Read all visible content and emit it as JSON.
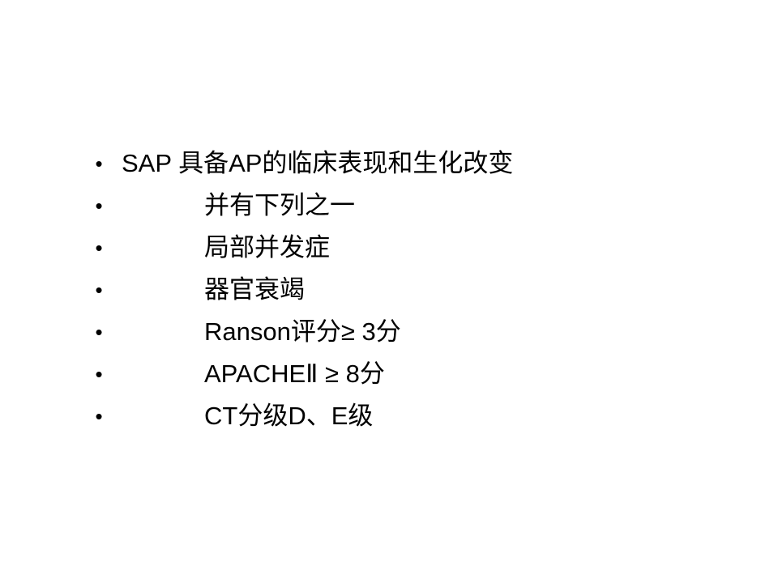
{
  "slide": {
    "bullet_symbol": "•",
    "items": [
      {
        "text": "SAP  具备AP的临床表现和生化改变"
      },
      {
        "text": "并有下列之一"
      },
      {
        "text": "局部并发症"
      },
      {
        "text": "器官衰竭"
      },
      {
        "text": "Ranson评分≥ 3分"
      },
      {
        "text": "APACHEⅡ ≥ 8分"
      },
      {
        "text": "CT分级D、E级"
      }
    ]
  }
}
